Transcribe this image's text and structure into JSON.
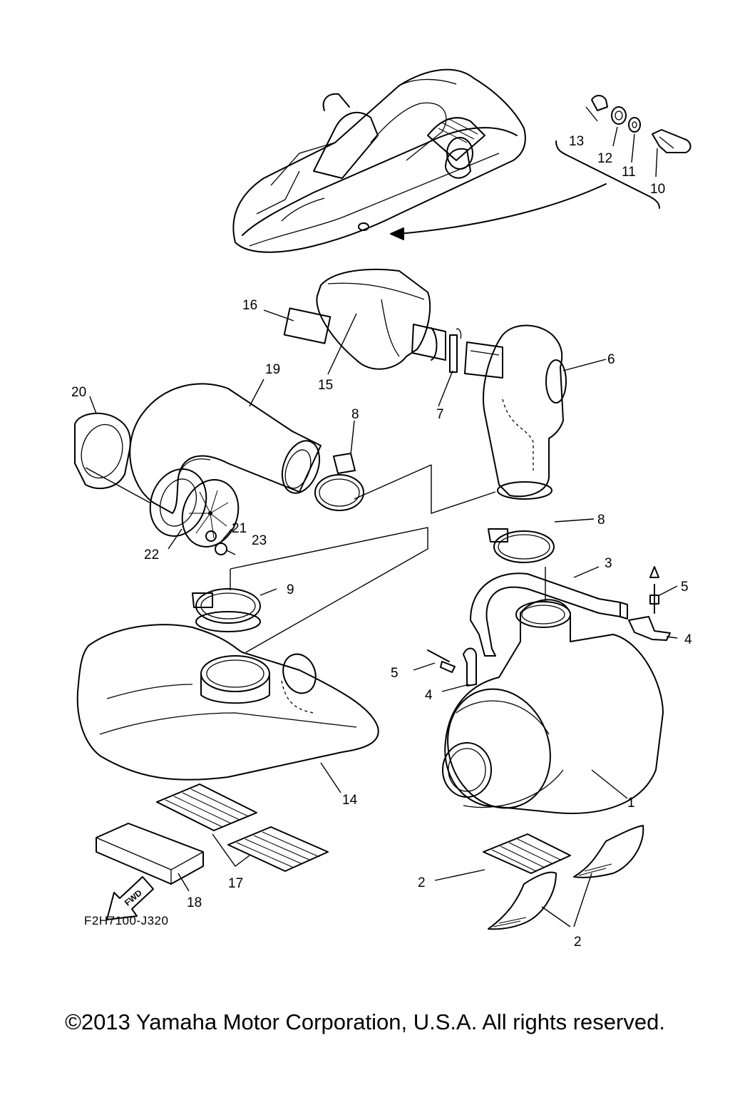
{
  "diagram_code": "F2H7100-J320",
  "copyright": "©2013 Yamaha Motor Corporation, U.S.A. All rights reserved.",
  "fwd_text": "FWD",
  "callouts": [
    {
      "id": "c1",
      "text": "1"
    },
    {
      "id": "c2a",
      "text": "2"
    },
    {
      "id": "c2b",
      "text": "2"
    },
    {
      "id": "c3",
      "text": "3"
    },
    {
      "id": "c4a",
      "text": "4"
    },
    {
      "id": "c4b",
      "text": "4"
    },
    {
      "id": "c5a",
      "text": "5"
    },
    {
      "id": "c5b",
      "text": "5"
    },
    {
      "id": "c6",
      "text": "6"
    },
    {
      "id": "c7",
      "text": "7"
    },
    {
      "id": "c8a",
      "text": "8"
    },
    {
      "id": "c8b",
      "text": "8"
    },
    {
      "id": "c9",
      "text": "9"
    },
    {
      "id": "c10",
      "text": "10"
    },
    {
      "id": "c11",
      "text": "11"
    },
    {
      "id": "c12",
      "text": "12"
    },
    {
      "id": "c13",
      "text": "13"
    },
    {
      "id": "c14",
      "text": "14"
    },
    {
      "id": "c15",
      "text": "15"
    },
    {
      "id": "c16",
      "text": "16"
    },
    {
      "id": "c17",
      "text": "17"
    },
    {
      "id": "c18",
      "text": "18"
    },
    {
      "id": "c19",
      "text": "19"
    },
    {
      "id": "c20",
      "text": "20"
    },
    {
      "id": "c21",
      "text": "21"
    },
    {
      "id": "c22",
      "text": "22"
    },
    {
      "id": "c23",
      "text": "23"
    }
  ]
}
